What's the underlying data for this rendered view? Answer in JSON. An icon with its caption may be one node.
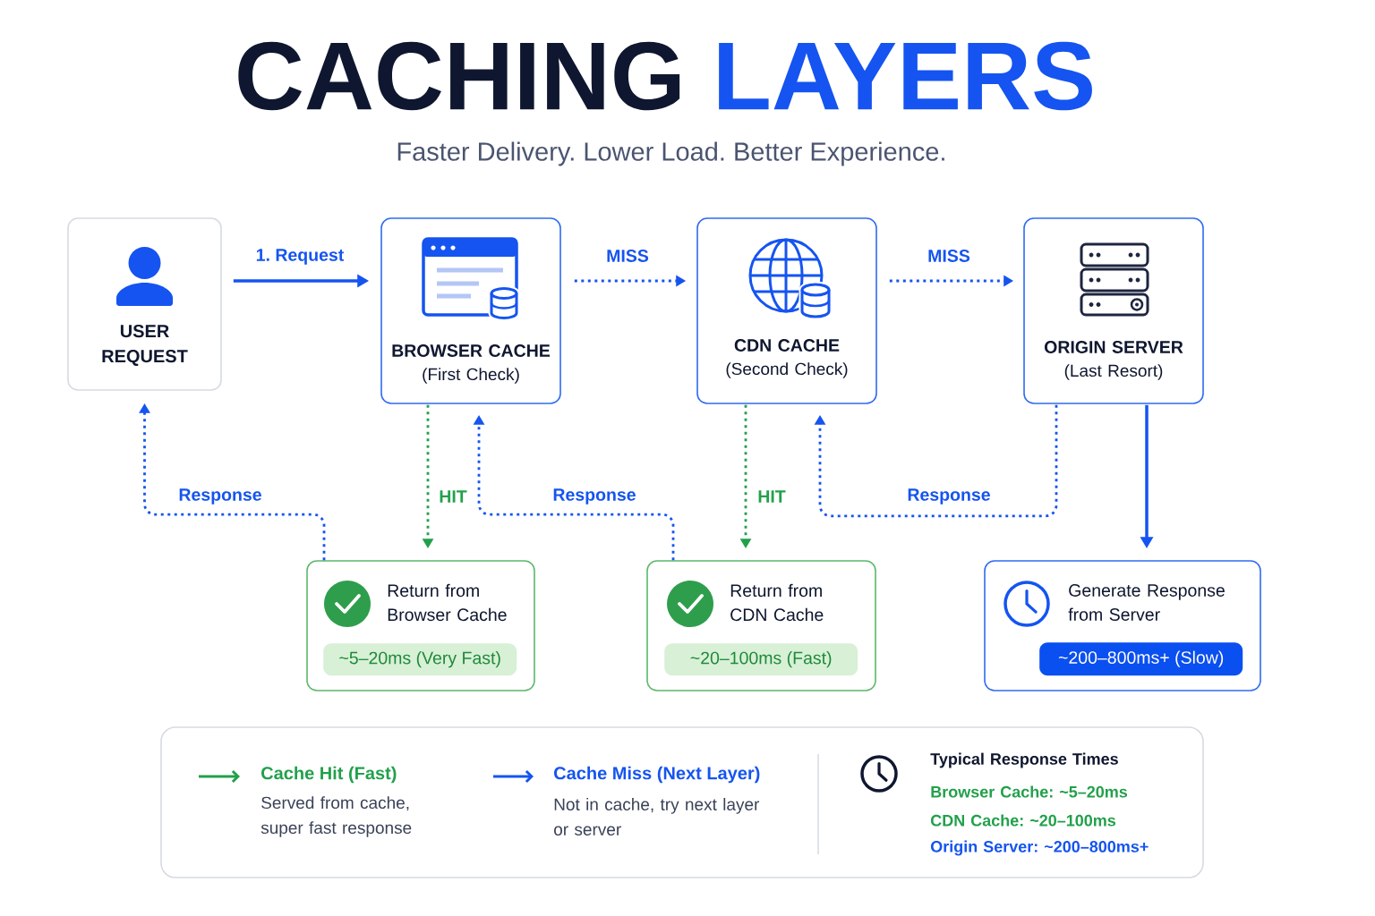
{
  "diagram": {
    "title": "CACHING LAYERS",
    "caption": "Faster Delivery. Lower Load. Better Experience.",
    "nodes": [
      {
        "text": [
          "USER REQUEST"
        ]
      },
      {
        "text": [
          "BROWSER CACHE",
          "(First Check)"
        ]
      },
      {
        "text": [
          "CDN CACHE",
          "(Second Check)"
        ]
      },
      {
        "text": [
          "ORIGIN SERVER",
          "(Last Resort)"
        ]
      },
      {
        "text": [
          "Return from Browser Cache"
        ]
      },
      {
        "text": [
          "~5–20ms (Very Fast)"
        ],
        "in": 4
      },
      {
        "text": [
          "Return from CDN Cache"
        ]
      },
      {
        "text": [
          "~20–100ms (Fast)"
        ],
        "in": 6
      },
      {
        "text": [
          "Generate Response from Server"
        ]
      },
      {
        "text": [
          "~200–800ms+ (Slow)"
        ],
        "in": 8
      }
    ],
    "edges": [
      {
        "from": 0,
        "to": 1,
        "arrow": "to",
        "label": "1. Request"
      },
      {
        "from": 1,
        "to": 2,
        "arrow": "to",
        "label": "MISS",
        "style": "dashed"
      },
      {
        "from": 2,
        "to": 3,
        "arrow": "to",
        "label": "MISS",
        "style": "dashed"
      },
      {
        "from": 1,
        "to": 4,
        "arrow": "to",
        "label": "HIT",
        "style": "dashed",
        "color": "#22a04b"
      },
      {
        "from": 4,
        "to": 0,
        "arrow": "to",
        "label": "Response",
        "style": "dashed"
      },
      {
        "from": 6,
        "to": 1,
        "arrow": "to",
        "label": "Response",
        "style": "dashed"
      },
      {
        "from": 2,
        "to": 6,
        "arrow": "to",
        "label": "HIT",
        "style": "dashed",
        "color": "#22a04b"
      },
      {
        "from": 3,
        "to": 2,
        "arrow": "to",
        "label": "Response",
        "style": "dashed"
      },
      {
        "from": 3,
        "to": 8,
        "arrow": "to"
      }
    ],
    "labels": [
      "Served from cache, super fast response",
      "Not in cache, try next layer or server",
      "Typical Response Times",
      "Browser Cache: ~5–20ms",
      "CDN Cache: ~20–100ms",
      "Origin Server: ~200–800ms+"
    ],
    "legend": [
      {
        "text": "Cache Hit (Fast)"
      },
      {
        "text": "Cache Miss (Next Layer)"
      }
    ]
  }
}
